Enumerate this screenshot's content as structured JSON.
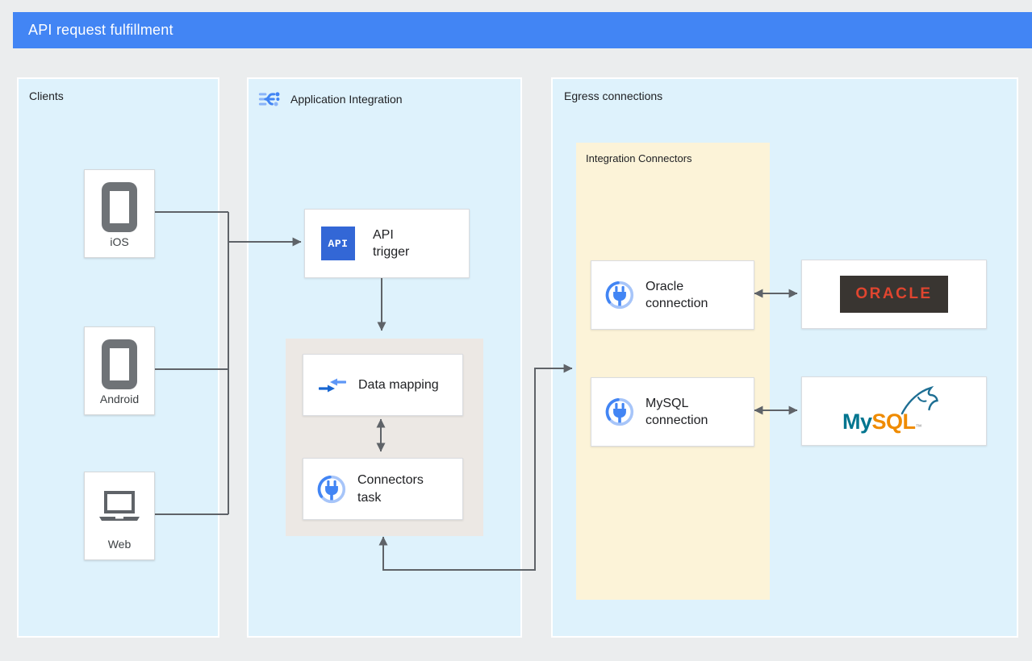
{
  "diagram_title": "API request fulfillment",
  "colors": {
    "header_bg": "#4285f4",
    "canvas_bg": "#ebedee",
    "panel_bg": "#def2fc",
    "yellow_group_bg": "#fcf3d8",
    "gray_group_bg": "#ece8e4",
    "connector_line": "#5f6368",
    "api_chip_bg": "#3367d6",
    "oracle_badge_bg": "#393531",
    "oracle_red": "#e0452f",
    "mysql_teal": "#00758f",
    "mysql_orange": "#ef8b00",
    "icon_blue": "#4285f4",
    "icon_blue_light": "#8ab4f8",
    "device_icon_gray": "#6f7377"
  },
  "icons": {
    "application_integration": "application-integration-icon",
    "api_trigger": "api-chip-icon",
    "data_mapping": "converging-arrows-icon",
    "connector_plug": "plug-circle-icon",
    "smartphone": "smartphone-icon",
    "laptop": "laptop-icon",
    "mysql_dolphin": "dolphin-icon"
  },
  "panels": {
    "clients": {
      "title": "Clients",
      "items": [
        {
          "label": "iOS"
        },
        {
          "label": "Android"
        },
        {
          "label": "Web"
        }
      ]
    },
    "integration": {
      "title": "Application Integration",
      "api_chip_label": "API",
      "api_trigger_label": "API trigger",
      "data_mapping_label": "Data mapping",
      "connectors_task_label": "Connectors task"
    },
    "egress": {
      "title": "Egress connections",
      "group_title": "Integration Connectors",
      "oracle_connection_label": "Oracle connection",
      "mysql_connection_label": "MySQL connection",
      "oracle_logo_text": "ORACLE",
      "mysql_logo_my": "My",
      "mysql_logo_sql": "SQL",
      "mysql_logo_tm": "™"
    }
  }
}
